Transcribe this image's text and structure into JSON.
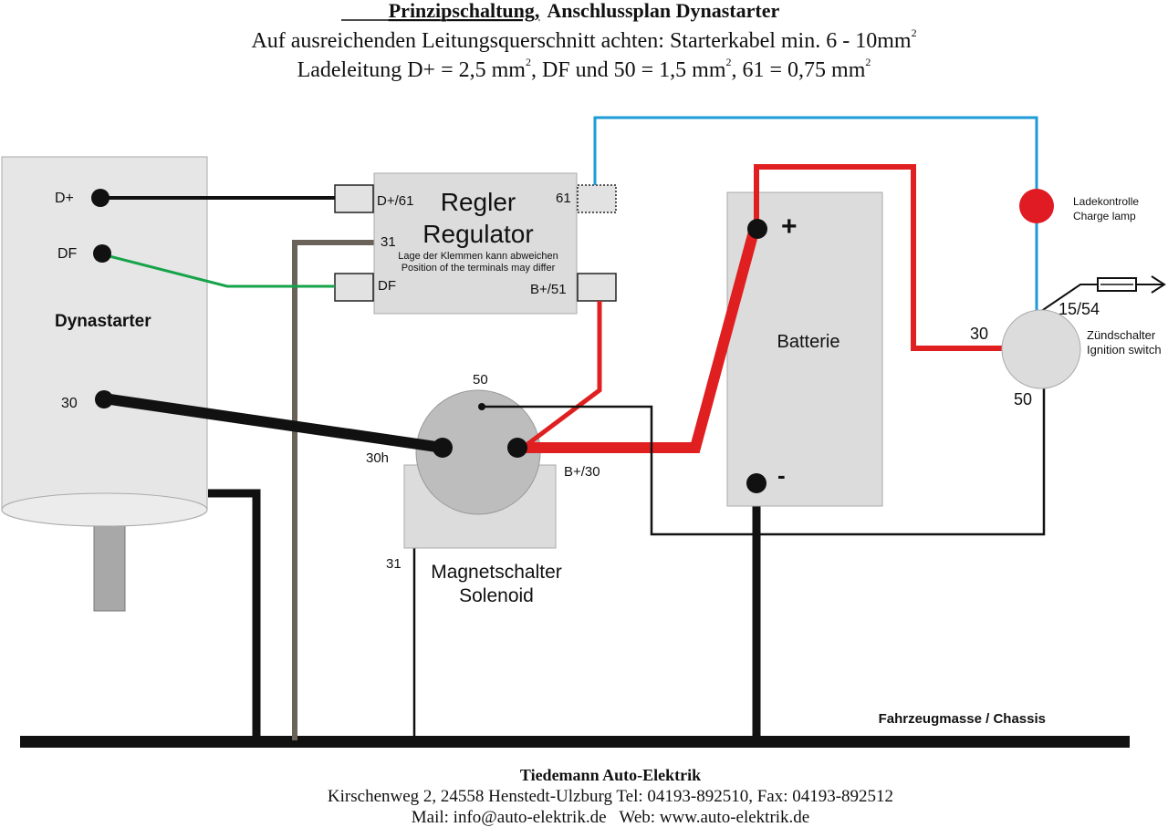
{
  "header": {
    "title": "Prinzipschaltung,",
    "title_rest": "Anschlussplan Dynastarter",
    "line2": "Auf ausreichenden Leitungsquerschnitt achten: Starterkabel min. 6 - 10mm",
    "line2_sup": "2",
    "line3_a": "Ladeleitung D+ = 2,5 mm",
    "line3_b": ", DF und 50 = 1,5 mm",
    "line3_c": ", 61 = 0,75 mm",
    "sup": "2"
  },
  "dynastarter": {
    "label": "Dynastarter",
    "terminal_dplus": "D+",
    "terminal_df": "DF",
    "terminal_30": "30"
  },
  "regulator": {
    "title_de": "Regler",
    "title_en": "Regulator",
    "note_de": "Lage der Klemmen kann abweichen",
    "note_en": "Position of the terminals may differ",
    "terminal_dplus61": "D+/61",
    "terminal_31": "31",
    "terminal_df": "DF",
    "terminal_61": "61",
    "terminal_bplus51": "B+/51"
  },
  "solenoid": {
    "label_de": "Magnetschalter",
    "label_en": "Solenoid",
    "terminal_50": "50",
    "terminal_30h": "30h",
    "terminal_bplus30": "B+/30",
    "terminal_31": "31"
  },
  "battery": {
    "label": "Batterie",
    "plus": "+",
    "minus": "-"
  },
  "charge_lamp": {
    "label_de": "Ladekontrolle",
    "label_en": "Charge lamp"
  },
  "ignition_switch": {
    "label_de": "Zündschalter",
    "label_en": "Ignition switch",
    "terminal_1554": "15/54",
    "terminal_30": "30",
    "terminal_50": "50"
  },
  "chassis": {
    "label": "Fahrzeugmasse / Chassis"
  },
  "footer": {
    "company": "Tiedemann Auto-Elektrik",
    "address": "Kirschenweg 2,  24558 Henstedt-Ulzburg Tel: 04193-892510, Fax: 04193-892512",
    "contact": "Mail: info@auto-elektrik.de   Web: www.auto-elektrik.de"
  },
  "colors": {
    "red_wire": "#e02020",
    "blue_wire": "#1e9bd7",
    "green_wire": "#16a34a",
    "brown_wire": "#6b6259",
    "black_wire": "#111111",
    "component_fill": "#dcdcdc",
    "lamp": "#e01b24"
  }
}
